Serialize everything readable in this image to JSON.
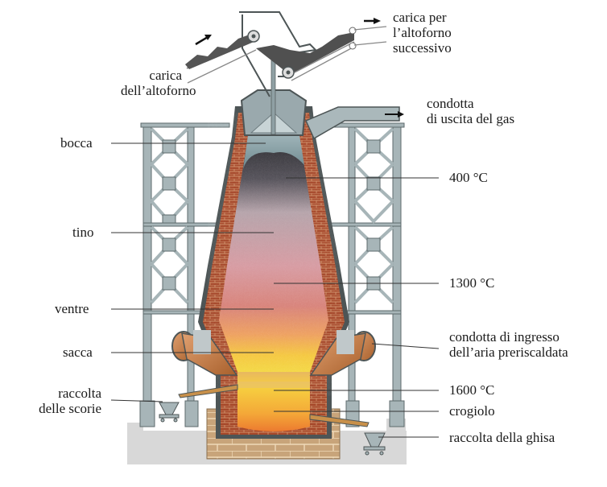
{
  "diagram": {
    "subject": "altoforno",
    "colors": {
      "steel": "#a7b5b8",
      "steel_dark": "#4d5556",
      "brick": "#a6482a",
      "mortar": "#d9a27a",
      "foundation": "#c8a47a",
      "ground": "#d8d8d8",
      "charge_top": "#2c2c30",
      "charge_mid": "#c98d95",
      "hot_orange": "#f0a040",
      "molten_yellow": "#f4d040",
      "pipe_copper": "#c87a40",
      "gas_space": "#7f9aa0"
    }
  },
  "labels": {
    "left": {
      "charge_in": [
        "carica",
        "dell’altoforno"
      ],
      "bocca": "bocca",
      "tino": "tino",
      "ventre": "ventre",
      "sacca": "sacca",
      "slag": [
        "raccolta",
        "delle scorie"
      ]
    },
    "right": {
      "charge_next": [
        "carica per",
        "l’altoforno",
        "successivo"
      ],
      "gas_out": [
        "condotta",
        "di uscita del gas"
      ],
      "t400": "400 °C",
      "t1300": "1300 °C",
      "air_in": [
        "condotta di ingresso",
        "dell’aria preriscaldata"
      ],
      "t1600": "1600 °C",
      "crogiolo": "crogiolo",
      "ghisa": "raccolta della ghisa"
    }
  }
}
